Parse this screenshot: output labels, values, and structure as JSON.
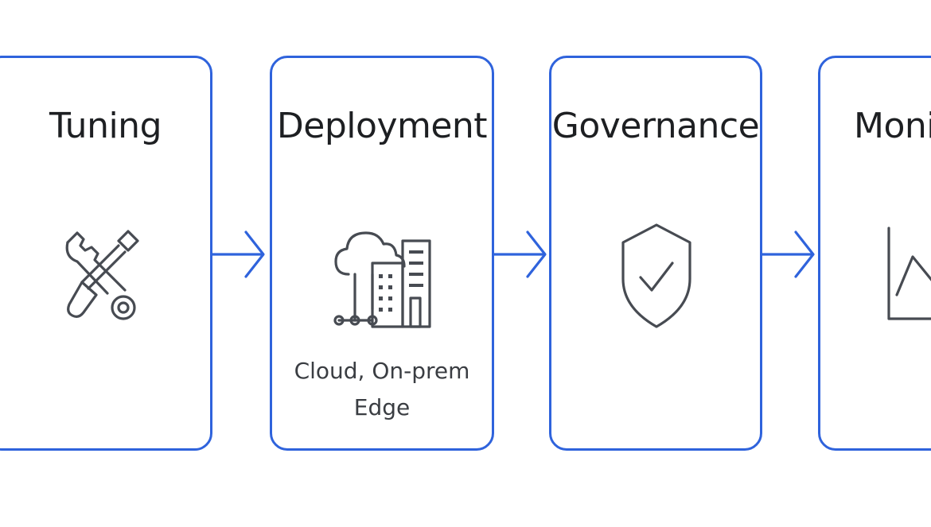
{
  "stages": [
    {
      "title": "Tuning",
      "subtitle": [],
      "icon": "wrench-screwdriver-icon"
    },
    {
      "title": "Deployment",
      "subtitle": [
        "Cloud, On-prem",
        "Edge"
      ],
      "icon": "cloud-building-icon"
    },
    {
      "title": "Governance",
      "subtitle": [],
      "icon": "shield-check-icon"
    },
    {
      "title": "Monit",
      "subtitle": [],
      "icon": "line-chart-icon"
    }
  ],
  "colors": {
    "accent": "#2f63dc",
    "icon": "#474b52",
    "text": "#1d1f22"
  }
}
